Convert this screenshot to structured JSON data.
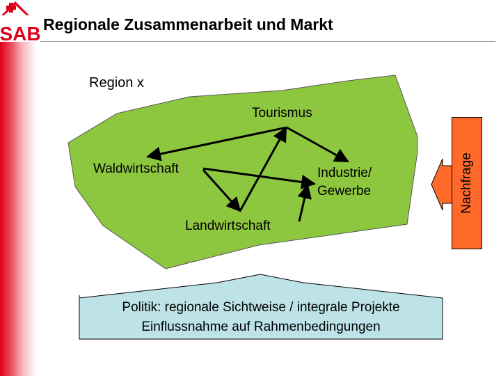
{
  "header": {
    "logo_text": "SAB",
    "title": "Regionale Zusammenarbeit und Markt"
  },
  "diagram": {
    "region_label": "Region x",
    "nodes": {
      "tourismus": "Tourismus",
      "waldwirtschaft": "Waldwirtschaft",
      "industrie_line1": "Industrie/",
      "industrie_line2": "Gewerbe",
      "landwirtschaft": "Landwirtschaft"
    },
    "nachfrage_label": "Nachfrage",
    "politik": {
      "line1": "Politik: regionale Sichtweise / integrale Projekte",
      "line2": "Einflussnahme auf Rahmenbedingungen"
    }
  },
  "colors": {
    "region_fill": "#8dc73f",
    "nachfrage_fill": "#ff6a2a",
    "politik_fill": "#bde3e8",
    "sidebar_red": "#e0001a"
  }
}
